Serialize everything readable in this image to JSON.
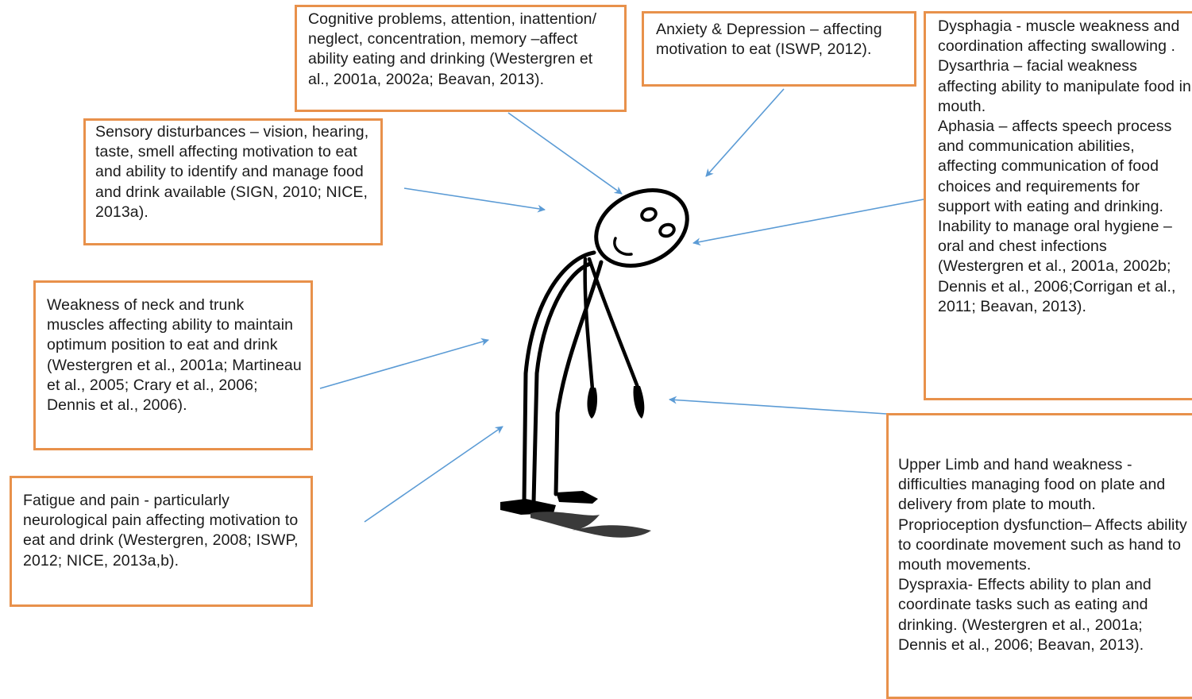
{
  "boxes": {
    "cognitive": {
      "text": "Cognitive problems, attention, inattention/ neglect, concentration, memory –affect ability eating and drinking (Westergren et al., 2001a, 2002a; Beavan, 2013)."
    },
    "anxiety": {
      "text": "Anxiety & Depression – affecting motivation to eat (ISWP, 2012)."
    },
    "dysphagia": {
      "dysphagia": "Dysphagia - muscle weakness and coordination affecting swallowing .",
      "dysarthria": "Dysarthria – facial weakness affecting ability to manipulate food in mouth.",
      "aphasia": "Aphasia – affects speech process and communication abilities, affecting communication of food choices and requirements for support with eating and drinking.",
      "oral_hygiene": "Inability to manage oral hygiene – oral and chest infections (Westergren et al., 2001a, 2002b; Dennis et al., 2006;Corrigan et al., 2011; Beavan, 2013)."
    },
    "sensory": {
      "text": "Sensory disturbances – vision, hearing, taste, smell affecting motivation to eat and ability to identify and manage food and drink available (SIGN, 2010; NICE, 2013a)."
    },
    "weakness": {
      "text": "Weakness of neck and trunk muscles affecting ability to maintain optimum position to eat and drink (Westergren et al., 2001a; Martineau et al., 2005; Crary et al., 2006; Dennis et al., 2006)."
    },
    "fatigue": {
      "text": "Fatigue and pain - particularly neurological pain affecting motivation to eat and drink (Westergren, 2008; ISWP, 2012; NICE, 2013a,b)."
    },
    "upper_limb": {
      "upper_limb": "Upper Limb and hand weakness - difficulties managing food on plate and delivery from plate to mouth.",
      "proprioception": "Proprioception dysfunction– Affects ability to coordinate movement such as hand to mouth movements.",
      "dyspraxia": "Dyspraxia- Effects ability to plan and coordinate tasks such as eating and drinking. (Westergren et al., 2001a; Dennis et al., 2006; Beavan, 2013)."
    }
  },
  "colors": {
    "box_border": "#E8914B",
    "arrow": "#5B9BD5",
    "figure": "#000000"
  },
  "figure_icon": "sad-stick-figure-icon"
}
